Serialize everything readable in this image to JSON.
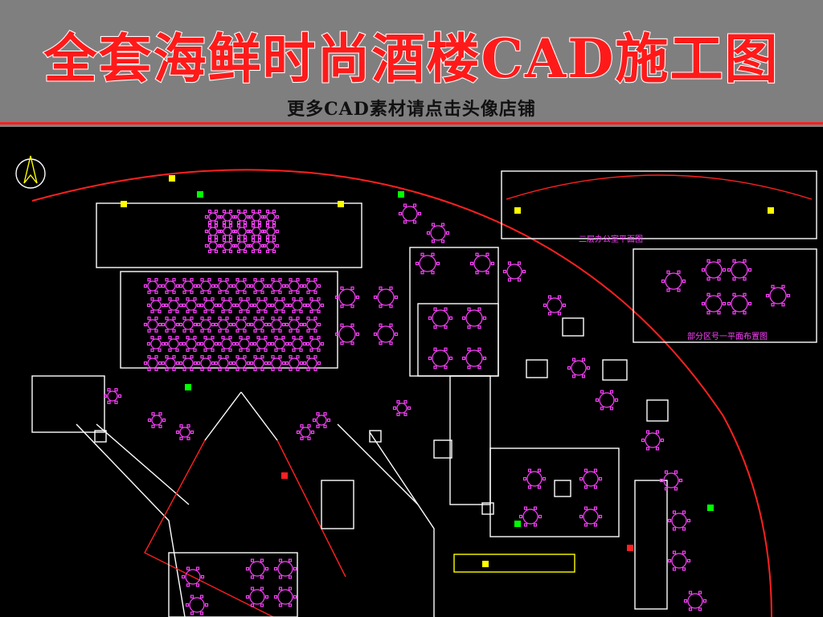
{
  "banner": {
    "title": "全套海鲜时尚酒楼CAD施工图",
    "subtitle": "更多CAD素材请点击头像店铺"
  },
  "drawing": {
    "inset_top_caption": "二层办公室平面图",
    "inset_mid_caption": "部分区号一平面布置图"
  },
  "colors": {
    "banner_bg": "#7f7f7f",
    "title_fill": "#ff1a1a",
    "title_stroke": "#ffffff",
    "accent_line": "#ff2020",
    "cad_bg": "#000000",
    "cad_table": "#ff40ff",
    "cad_wall": "#ffffff",
    "cad_red": "#ff2020",
    "cad_yellow": "#ffff00",
    "cad_green": "#00ff00"
  }
}
